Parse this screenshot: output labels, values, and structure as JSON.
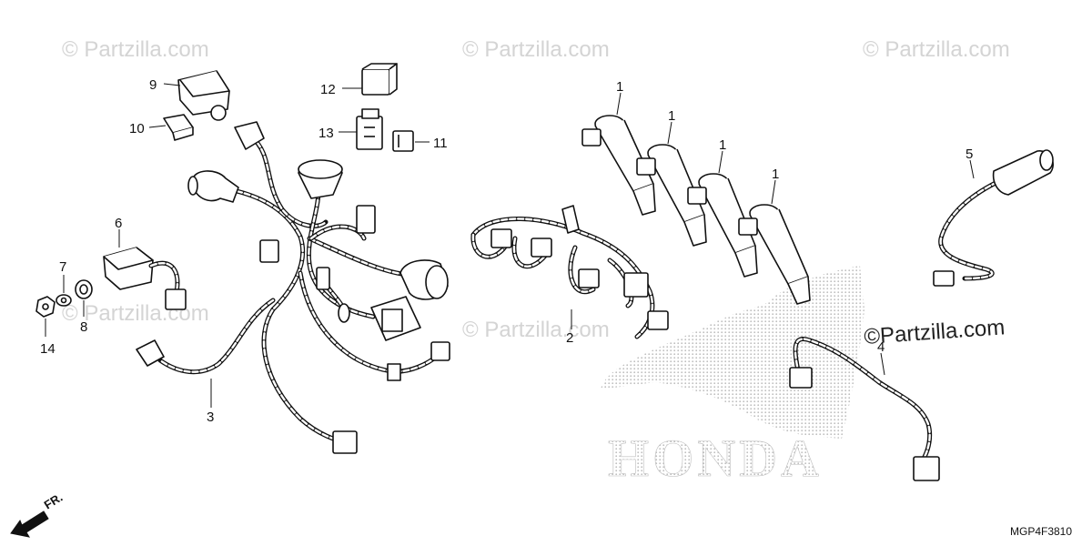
{
  "watermarks": {
    "top_left": "© Partzilla.com",
    "top_center": "© Partzilla.com",
    "top_right": "© Partzilla.com",
    "mid_left": "© Partzilla.com",
    "mid_center": "© Partzilla.com",
    "prominent": "©Partzilla.com"
  },
  "background_logo": {
    "text": "HONDA",
    "logo_name": "honda-wing-logo"
  },
  "diagram_code": "MGP4F3810",
  "direction_indicator": {
    "label": "FR.",
    "icon": "front-direction-arrow-icon"
  },
  "callouts": {
    "c1a": "1",
    "c1b": "1",
    "c1c": "1",
    "c1d": "1",
    "c2": "2",
    "c3": "3",
    "c4": "4",
    "c5": "5",
    "c6": "6",
    "c7": "7",
    "c8": "8",
    "c9": "9",
    "c10": "10",
    "c11": "11",
    "c12": "12",
    "c13": "13",
    "c14": "14"
  },
  "colors": {
    "line": "#111111",
    "watermark": "#d4d4d4",
    "logo_dots": "#bdbdbd"
  }
}
